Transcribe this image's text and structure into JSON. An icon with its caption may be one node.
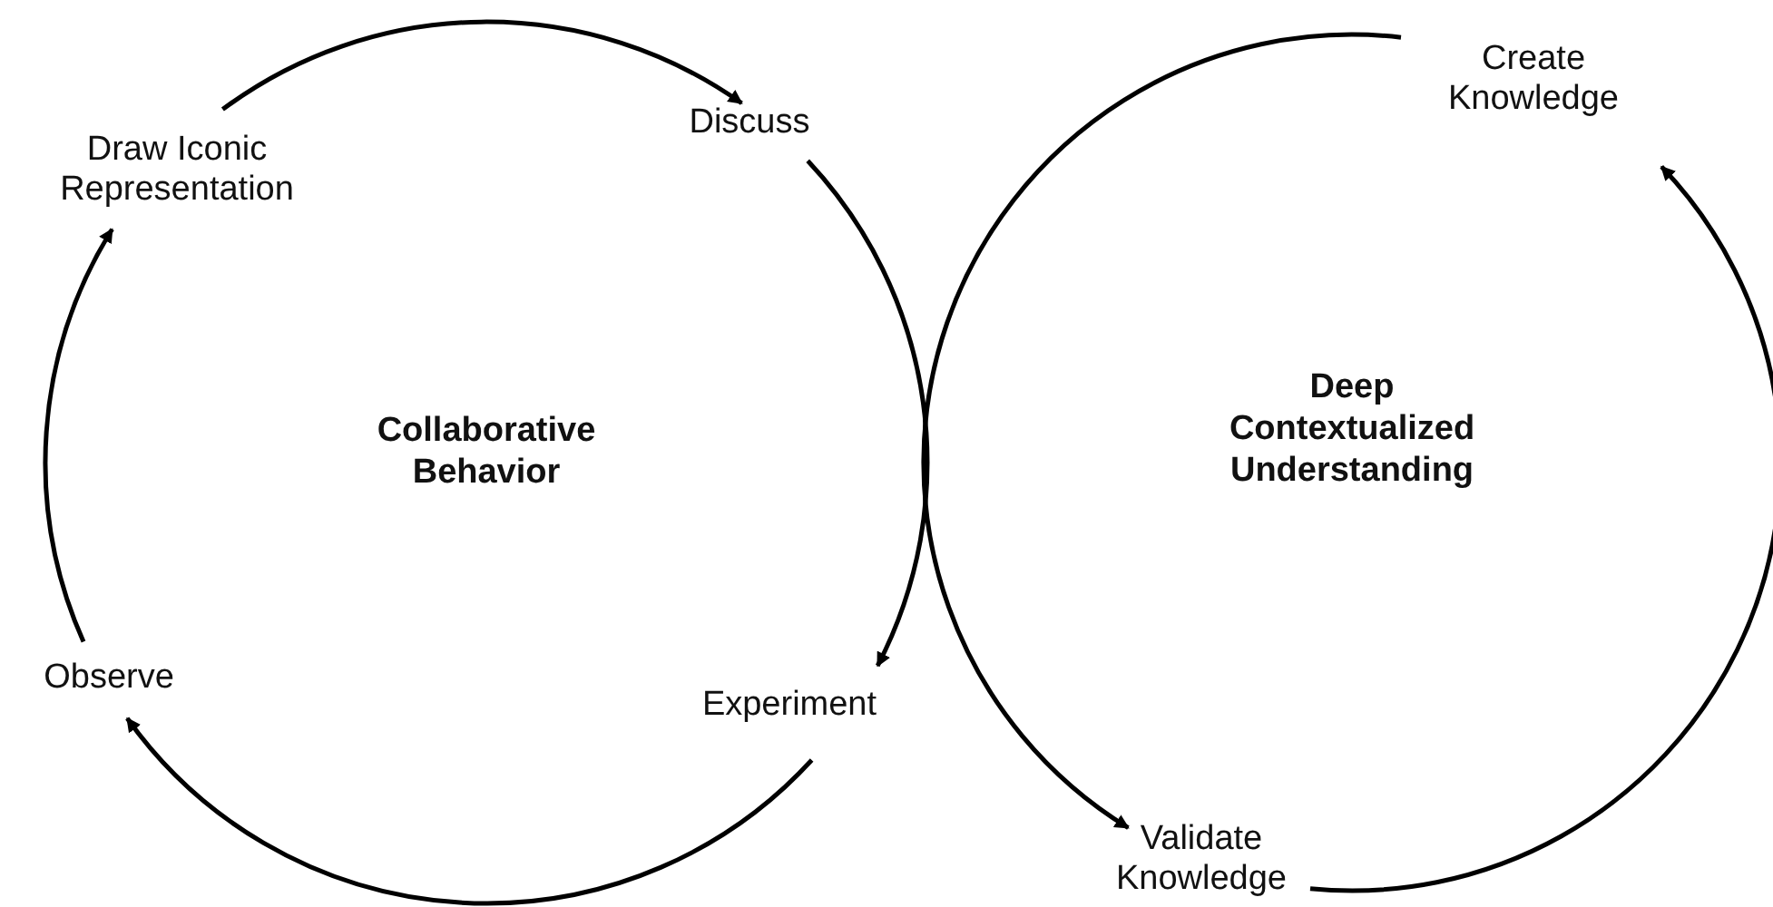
{
  "diagram": {
    "nodes": [
      {
        "text": [
          "Discuss"
        ]
      },
      {
        "text": [
          "Experiment"
        ]
      },
      {
        "text": [
          "Observe"
        ]
      },
      {
        "text": [
          "Draw Iconic Representation"
        ]
      },
      {
        "text": [
          "Validate Knowledge"
        ]
      },
      {
        "text": [
          "Create Knowledge"
        ]
      }
    ],
    "edges": [
      {
        "from": 3,
        "to": 0,
        "arrow": "to"
      },
      {
        "from": 0,
        "to": 1,
        "arrow": "to"
      },
      {
        "from": 1,
        "to": 2,
        "arrow": "to"
      },
      {
        "from": 2,
        "to": 3,
        "arrow": "to"
      },
      {
        "from": 5,
        "to": 4,
        "arrow": "to"
      },
      {
        "from": 4,
        "to": 5,
        "arrow": "to"
      }
    ],
    "labels": [
      "Collaborative Behavior",
      "Deep Contextualized Understanding"
    ]
  }
}
